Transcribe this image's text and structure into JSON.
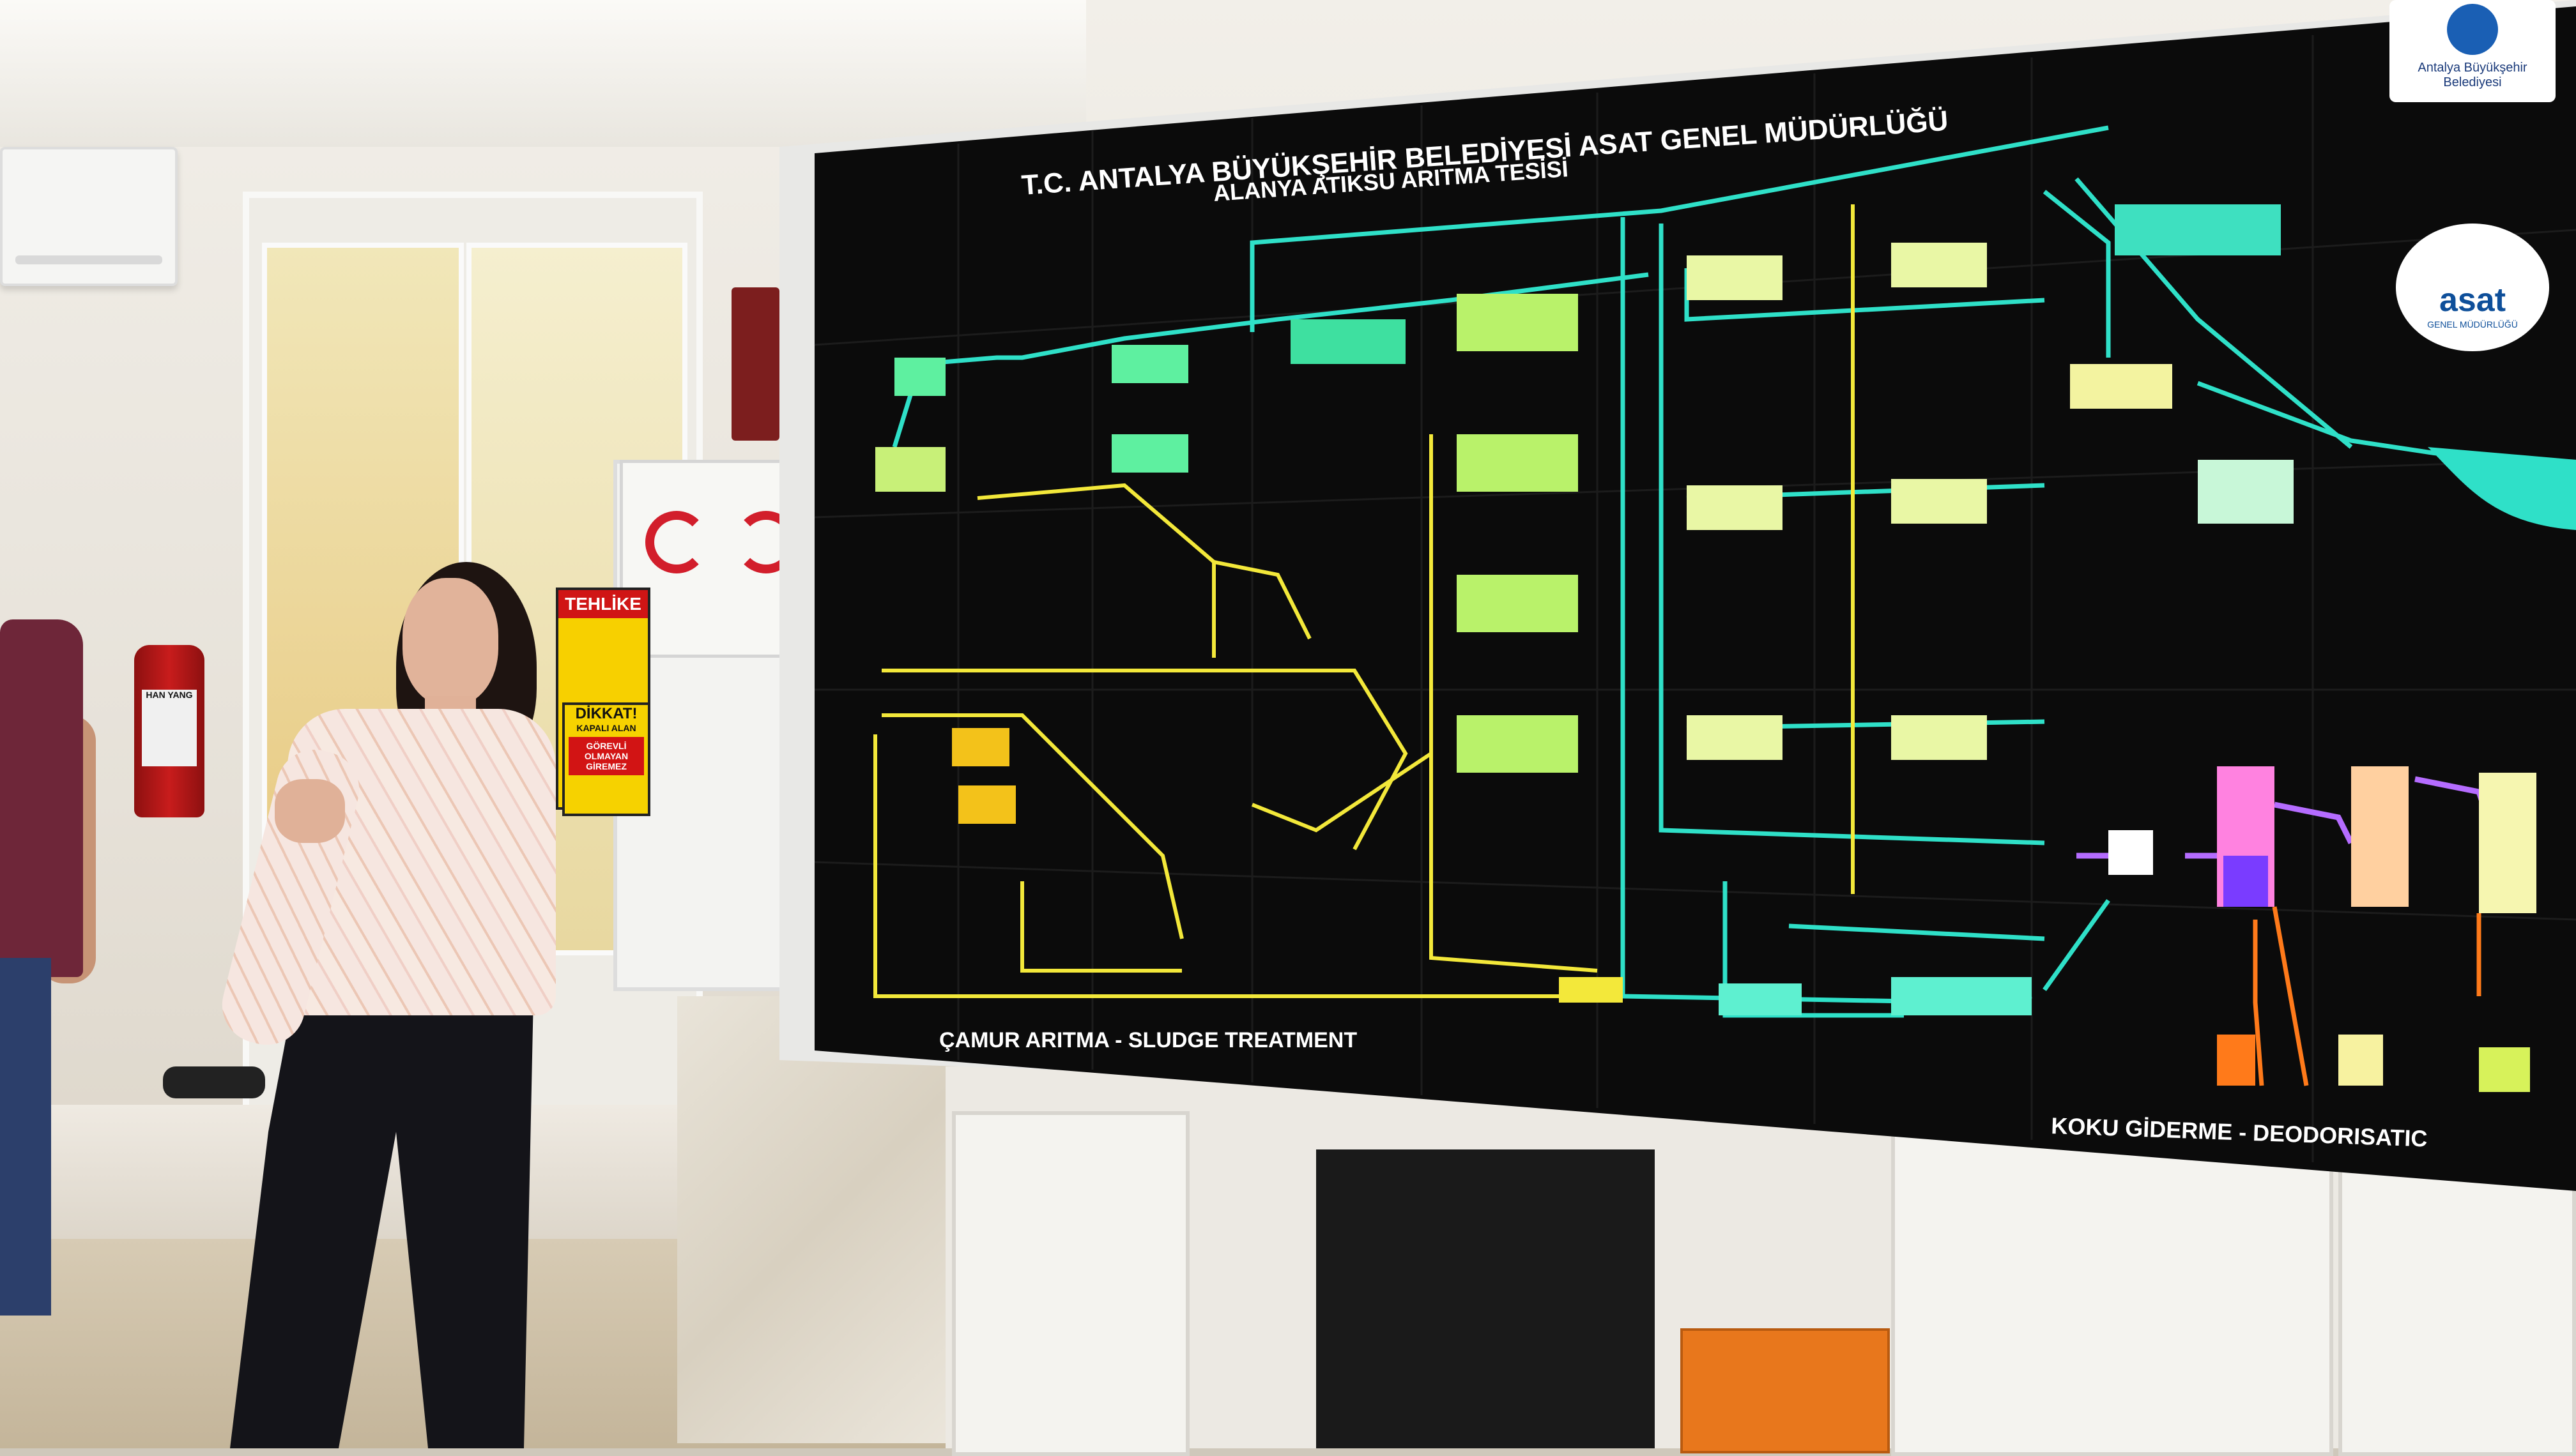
{
  "board": {
    "title_line1": "T.C. ANTALYA BÜYÜKŞEHİR BELEDİYESİ ASAT GENEL MÜDÜRLÜĞÜ",
    "title_line2": "ALANYA ATIKSU ARITMA TESİSİ",
    "section_sludge": "ÇAMUR  ARITMA - SLUDGE  TREATMENT",
    "section_odor": "KOKU  GİDERME  -  DEODORISATIC",
    "logo1_text": "Antalya Büyükşehir Belediyesi",
    "logo2_text": "asat",
    "logo2_sub": "GENEL MÜDÜRLÜĞÜ"
  },
  "signs": {
    "danger_top": "TEHLİKE",
    "dikkat_title": "DİKKAT!",
    "dikkat_sub": "KAPALI ALAN",
    "dikkat_body": "GÖREVLİ OLMAYAN GİREMEZ",
    "extinguisher_label": "HAN YANG"
  },
  "colors": {
    "water_line": "#2fe0c8",
    "sludge_line": "#f3e83a",
    "air_line": "#b56cff",
    "chem_line": "#ff7a1a",
    "board_bg": "#0b0b0b"
  }
}
